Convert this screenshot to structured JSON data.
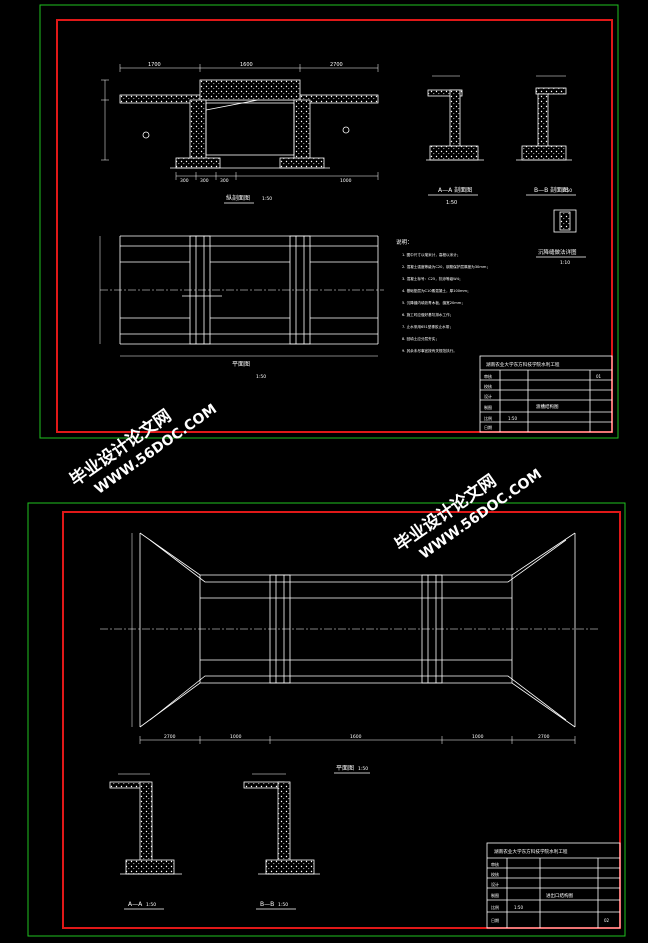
{
  "sheet1": {
    "elev_title": "纵剖面图",
    "elev_scale": "1:50",
    "plan_title": "平面图",
    "plan_scale": "1:50",
    "aa_title": "A—A 剖面图",
    "aa_scale": "1:50",
    "bb_title": "B—B 剖面图",
    "bb_scale": "1:50",
    "detail_title": "沉降缝做法详图",
    "detail_scale": "1:10",
    "dims_top": [
      "1700",
      "1600",
      "2700"
    ],
    "dims_bottom": [
      "300",
      "300",
      "300",
      "1000"
    ],
    "notes_title": "说明：",
    "notes": [
      "1. 图中尺寸以毫米计，高程以米计；",
      "2. 混凝土强度等级为C20，钢筋保护层厚度为30mm；",
      "3. 混凝土标号：C25，抗渗等级W4；",
      "4. 基础垫层为C10素混凝土，厚100mm；",
      "5. 沉降缝内填沥青木板，缝宽20mm；",
      "6. 施工时应做好基坑排水工作；",
      "7. 止水采用651型橡胶止水带；",
      "8. 回填土应分层夯实；",
      "9. 其余未尽事宜按有关规范执行。"
    ],
    "title_block": {
      "school": "湖南农业大学东方科技学院水利工程",
      "labels": [
        "审核",
        "校核",
        "设计",
        "制图",
        "比例",
        "日期"
      ],
      "drawing_name": "渡槽结构图",
      "scale": "1:50",
      "sheet": "01"
    }
  },
  "sheet2": {
    "plan_title": "平面图",
    "plan_scale": "1:50",
    "aa_title": "A—A",
    "aa_scale": "1:50",
    "bb_title": "B—B",
    "bb_scale": "1:50",
    "dims_bottom": [
      "2700",
      "1000",
      "1600",
      "1000",
      "2700"
    ],
    "title_block": {
      "school": "湖南农业大学东方科技学院水利工程",
      "labels": [
        "审核",
        "校核",
        "设计",
        "制图",
        "比例",
        "日期"
      ],
      "drawing_name": "进出口结构图",
      "scale": "1:50",
      "sheet": "02"
    }
  },
  "watermarks": {
    "brand": "毕业设计论文网",
    "url": "WWW.56DOC.COM"
  },
  "colors": {
    "frame_red": "#e01818",
    "frame_green": "#1fc21f",
    "line": "#ffffff",
    "background": "#000000"
  }
}
